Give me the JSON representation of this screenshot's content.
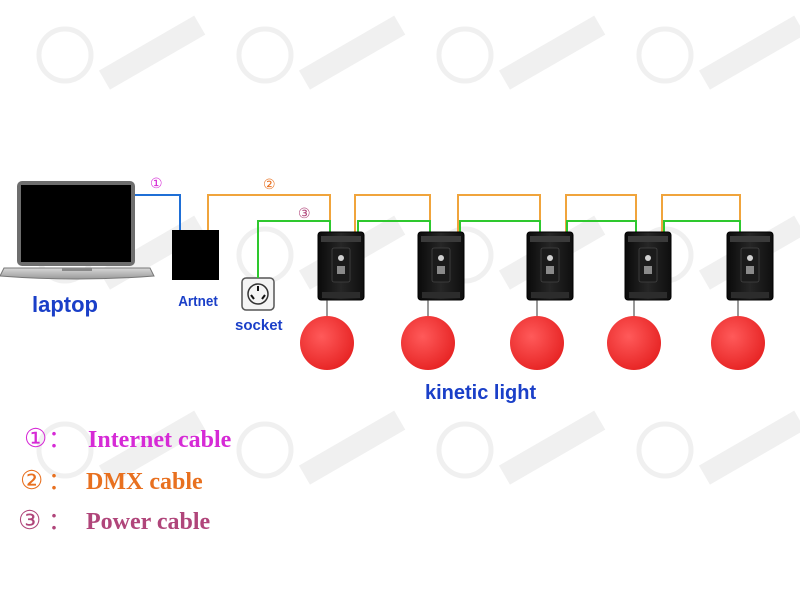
{
  "labels": {
    "laptop": "laptop",
    "artnet": "Artnet",
    "socket": "socket",
    "kinetic_light": "kinetic light"
  },
  "cable_markers": {
    "internet": "①",
    "dmx": "②",
    "power": "③"
  },
  "legend": [
    {
      "marker": "①",
      "separator": "：",
      "text": "Internet cable",
      "color": "#d62ad6"
    },
    {
      "marker": "②",
      "separator": "：",
      "text": "DMX cable",
      "color": "#e8701f"
    },
    {
      "marker": "③",
      "separator": "：",
      "text": "Power cable",
      "color": "#b0457a"
    }
  ],
  "colors": {
    "internet_cable": "#1f6fd6",
    "dmx_cable": "#f0a43c",
    "power_cable": "#2ec82e",
    "label_blue": "#1a3fc8",
    "ball_red": "#ee2b2b",
    "watermark": "#e3e3e3"
  },
  "icons": {
    "laptop": "laptop-icon",
    "artnet": "artnet-box-icon",
    "socket": "power-socket-icon",
    "fixture": "winch-motor-icon",
    "ball": "red-ball-icon"
  },
  "fixtures": {
    "count": 5
  }
}
